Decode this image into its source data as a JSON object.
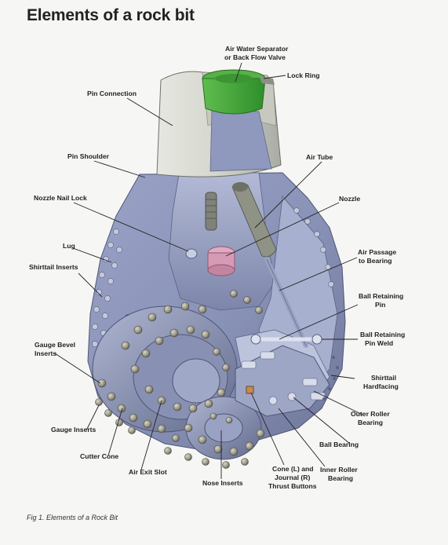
{
  "header": {
    "title": "Elements of a rock bit"
  },
  "labels": {
    "air_water_separator": [
      "Air Water Separator",
      "or Back Flow Valve"
    ],
    "lock_ring": [
      "Lock Ring"
    ],
    "pin_connection": [
      "Pin Connection"
    ],
    "air_tube": [
      "Air Tube"
    ],
    "pin_shoulder": [
      "Pin Shoulder"
    ],
    "nozzle_nail_lock": [
      "Nozzle Nail Lock"
    ],
    "nozzle": [
      "Nozzle"
    ],
    "lug": [
      "Lug"
    ],
    "air_passage": [
      "Air Passage",
      "to Bearing"
    ],
    "shirttail_inserts": [
      "Shirttail Inserts"
    ],
    "ball_retaining_pin": [
      "Ball Retaining",
      "Pin"
    ],
    "ball_retaining_pin_weld": [
      "Ball Retaining",
      "Pin Weld"
    ],
    "gauge_bevel_inserts": [
      "Gauge Bevel",
      "Inserts"
    ],
    "shirttail_hardfacing": [
      "Shirttail",
      "Hardfacing"
    ],
    "outer_roller_bearing": [
      "Outer Roller",
      "Bearing"
    ],
    "gauge_inserts": [
      "Gauge Inserts"
    ],
    "ball_bearing": [
      "Ball Bearing"
    ],
    "cutter_cone": [
      "Cutter Cone"
    ],
    "inner_roller_bearing": [
      "Inner Roller",
      "Bearing"
    ],
    "cone_journal_buttons": [
      "Cone (L) and",
      "Journal (R)",
      "Thrust Buttons"
    ],
    "air_exit_slot": [
      "Air Exit Slot"
    ],
    "nose_inserts": [
      "Nose Inserts"
    ]
  },
  "footer": {
    "caption": "Fig 1. Elements of a Rock Bit"
  }
}
